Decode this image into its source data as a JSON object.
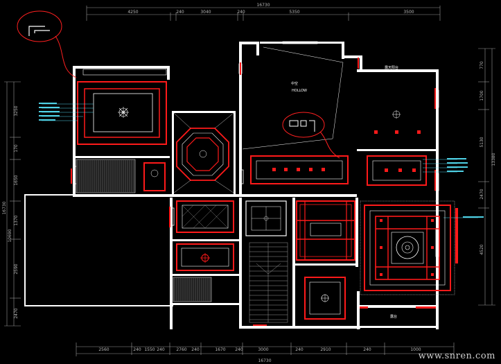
{
  "dims_top": {
    "total": "16730",
    "segments": [
      "4250",
      "240",
      "3040",
      "240",
      "5350",
      "3500"
    ]
  },
  "dims_bottom": {
    "total": "16730",
    "segments": [
      "2560",
      "240",
      "1550",
      "240",
      "2760",
      "240",
      "1670",
      "240",
      "3000",
      "240",
      "2910",
      "240",
      "1000"
    ]
  },
  "dims_right": [
    "770",
    "1700",
    "5130",
    "13380",
    "2470",
    "4520"
  ],
  "dims_left": [
    "3250",
    "170",
    "1650",
    "1370",
    "16730",
    "2590",
    "2470",
    "10690"
  ],
  "room_labels": {
    "hollow_cn": "中空",
    "hollow_en": "HOLLOW",
    "top_right_cn": "露天阳台",
    "bottom_right_cn": "露台"
  },
  "watermark": "www.snren.com",
  "colors": {
    "background": "#000000",
    "wall": "#ffffff",
    "ceiling_line": "#ff1a1a",
    "annotation": "#4fd2e6",
    "dimension": "#b8b8b8",
    "callout": "#ff2020"
  }
}
